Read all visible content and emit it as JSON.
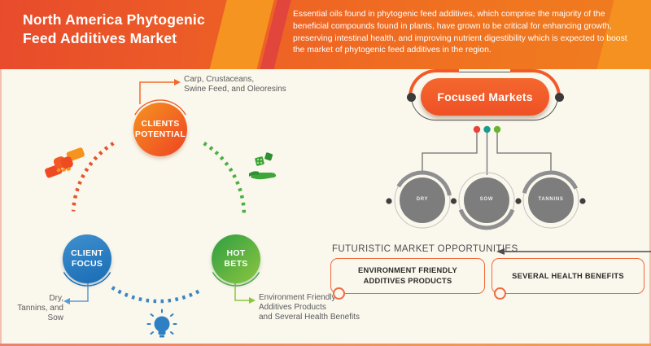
{
  "header": {
    "title": "North America Phytogenic Feed Additives Market",
    "description": "Essential oils found in phytogenic feed additives, which comprise the majority of the beneficial compounds found in plants, have grown to be critical for enhancing growth, preserving intestinal health, and improving nutrient digestibility which is expected to boost the market of phytogenic feed additives in the region."
  },
  "cycle": {
    "nodes": [
      {
        "id": "clients-potential",
        "lines": [
          "CLIENTS",
          "POTENTIAL"
        ],
        "color": "#f15a24"
      },
      {
        "id": "client-focus",
        "lines": [
          "CLIENT",
          "FOCUS"
        ],
        "color": "#1b75bb"
      },
      {
        "id": "hot-bets",
        "lines": [
          "HOT",
          "BETS"
        ],
        "color": "#4cae44"
      }
    ],
    "annotations": {
      "clients_potential": [
        "Carp, Crustaceans,",
        "Swine Feed, and Oleoresins"
      ],
      "client_focus": [
        "Dry,",
        "Tannins, and Sow"
      ],
      "hot_bets": [
        "Environment Friendly",
        "Additives Products",
        "and Several Health Benefits"
      ]
    },
    "icons": [
      "handshake-icon",
      "money-hand-icon",
      "lightbulb-icon"
    ]
  },
  "focused_markets": {
    "title": "Focused Markets",
    "items": [
      "DRY",
      "SOW",
      "TANNINS"
    ],
    "dot_colors": [
      "#e8433a",
      "#1a9b8e",
      "#69b42e"
    ]
  },
  "opportunities": {
    "heading": "FUTURISTIC MARKET OPPORTUNITIES",
    "boxes": [
      "ENVIRONMENT FRIENDLY ADDITIVES PRODUCTS",
      "SEVERAL HEALTH BENEFITS"
    ]
  },
  "colors": {
    "header_left": "#e84b2c",
    "header_right": "#ef7d1f",
    "orange": "#f15a24",
    "blue": "#1b75bb",
    "green": "#4cae44",
    "gray_circle": "#7d7d7d",
    "cream_background": "#faf7ec",
    "annotation_text": "#5a5b5d",
    "box_border": "#f1693f"
  }
}
